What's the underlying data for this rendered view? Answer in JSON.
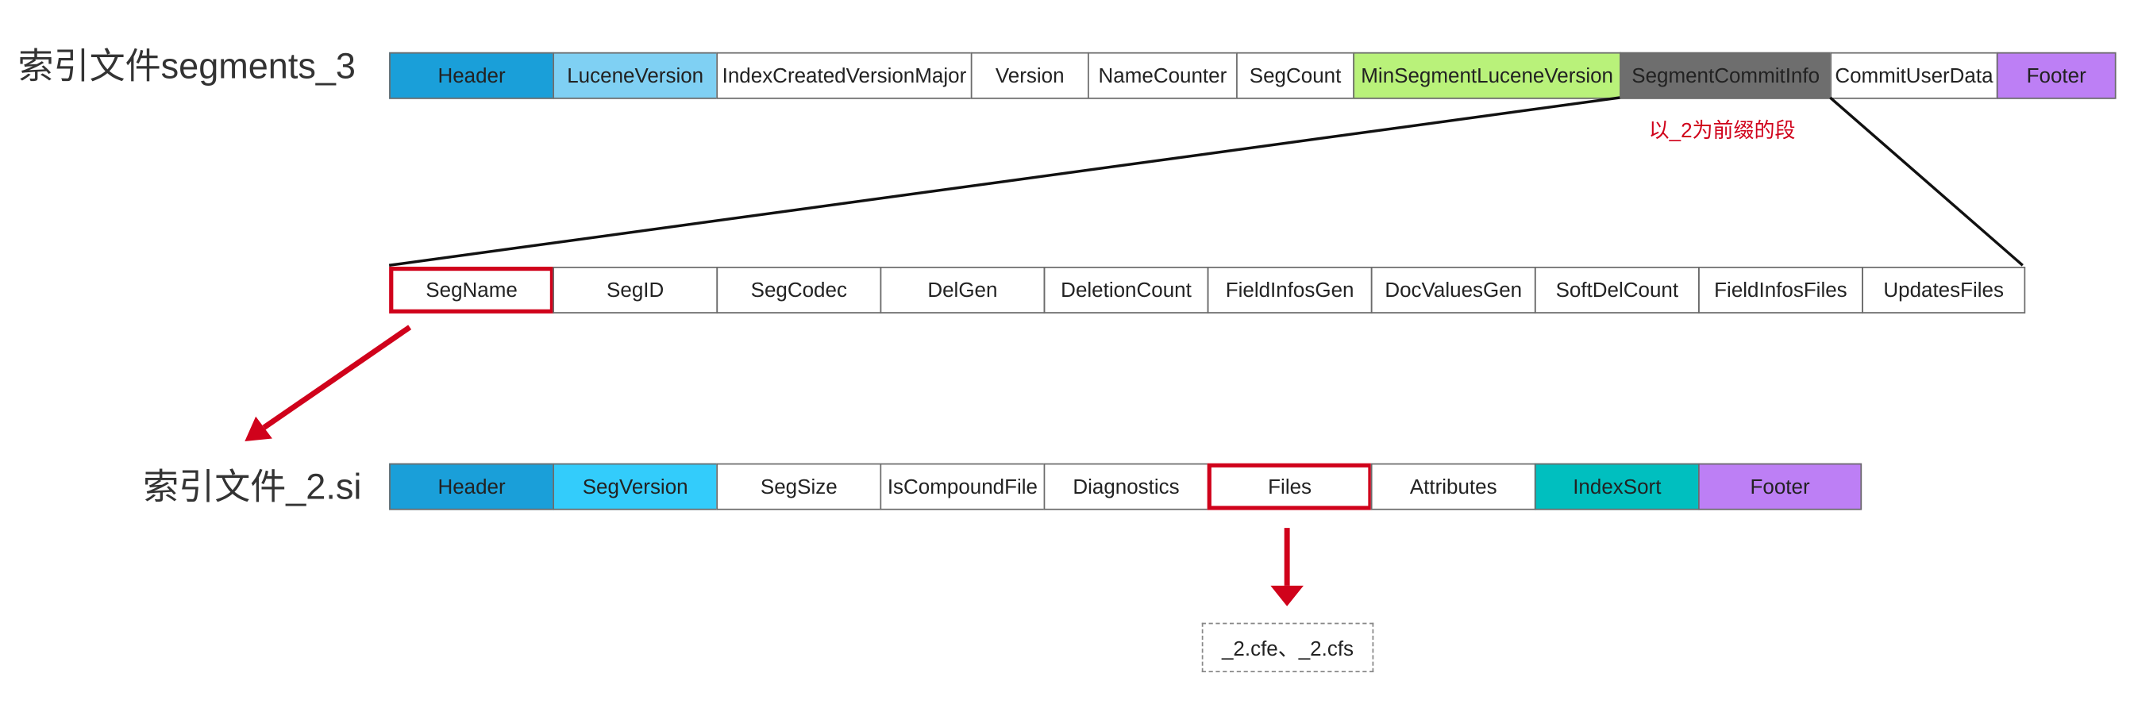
{
  "segments_file": {
    "label": "索引文件segments_3",
    "fields": [
      {
        "label": "Header",
        "color": "#1a9fd9"
      },
      {
        "label": "LuceneVersion",
        "color": "#7fd0f3"
      },
      {
        "label": "IndexCreatedVersionMajor",
        "color": "#ffffff"
      },
      {
        "label": "Version",
        "color": "#ffffff"
      },
      {
        "label": "NameCounter",
        "color": "#ffffff"
      },
      {
        "label": "SegCount",
        "color": "#ffffff"
      },
      {
        "label": "MinSegmentLuceneVersion",
        "color": "#b9f27a"
      },
      {
        "label": "SegmentCommitInfo",
        "color": "#6e6e6e"
      },
      {
        "label": "CommitUserData",
        "color": "#ffffff"
      },
      {
        "label": "Footer",
        "color": "#bd7ff5"
      }
    ],
    "note": "以_2为前缀的段"
  },
  "segment_commit_info": {
    "fields": [
      {
        "label": "SegName",
        "highlighted": true
      },
      {
        "label": "SegID"
      },
      {
        "label": "SegCodec"
      },
      {
        "label": "DelGen"
      },
      {
        "label": "DeletionCount"
      },
      {
        "label": "FieldInfosGen"
      },
      {
        "label": "DocValuesGen"
      },
      {
        "label": "SoftDelCount"
      },
      {
        "label": "FieldInfosFiles"
      },
      {
        "label": "UpdatesFiles"
      }
    ]
  },
  "si_file": {
    "label": "索引文件_2.si",
    "fields": [
      {
        "label": "Header",
        "color": "#1a9fd9"
      },
      {
        "label": "SegVersion",
        "color": "#33ccfb"
      },
      {
        "label": "SegSize",
        "color": "#ffffff"
      },
      {
        "label": "IsCompoundFile",
        "color": "#ffffff"
      },
      {
        "label": "Diagnostics",
        "color": "#ffffff"
      },
      {
        "label": "Files",
        "color": "#ffffff",
        "highlighted": true
      },
      {
        "label": "Attributes",
        "color": "#ffffff"
      },
      {
        "label": "IndexSort",
        "color": "#00bfbf"
      },
      {
        "label": "Footer",
        "color": "#bd7ff5"
      }
    ]
  },
  "files_result": "_2.cfe、_2.cfs",
  "colors": {
    "highlight": "#d0021b",
    "line": "#111111"
  }
}
